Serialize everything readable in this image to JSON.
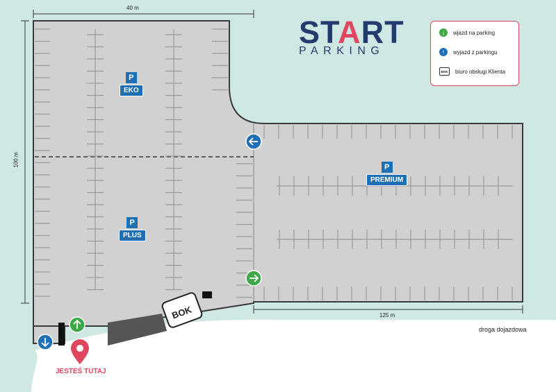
{
  "logo": {
    "word1_a": "ST",
    "word1_b": "A",
    "word1_c": "RT",
    "word2": "PARKING"
  },
  "legend": {
    "entry": "wjazd na parking",
    "exit": "wyjazd z parkingu",
    "office_badge": "BOK",
    "office": "biuro obsługi Klienta"
  },
  "zones": {
    "eko": "EKO",
    "plus": "PLUS",
    "premium": "PREMIUM",
    "parking_symbol": "P"
  },
  "dimensions": {
    "top": "40 m",
    "left": "100 m",
    "bottom": "125 m"
  },
  "labels": {
    "road": "droga dojazdowa",
    "you_are_here": "JESTEŚ TUTAJ",
    "office_building": "BOK"
  },
  "colors": {
    "background": "#cfe8e3",
    "parking": "#d1d1d1",
    "accent_red": "#e0475f",
    "navy": "#243b6e",
    "blue": "#1f6fb4",
    "green": "#3ea848"
  }
}
